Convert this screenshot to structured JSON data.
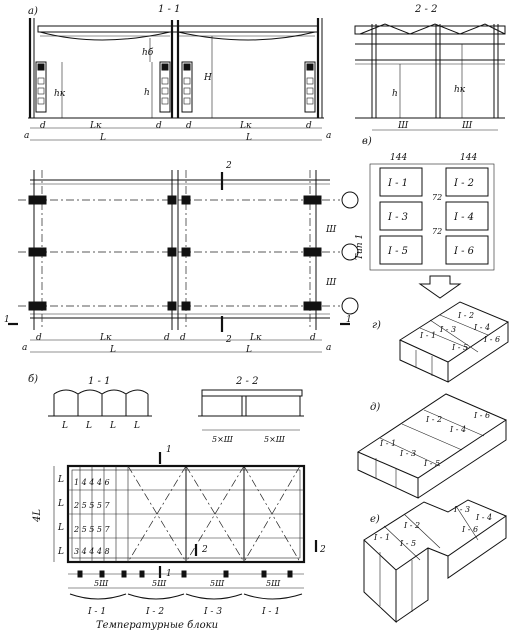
{
  "panel_letters": {
    "a": "а)",
    "b": "б)",
    "v": "в)",
    "g": "г)",
    "d": "д)",
    "e": "е)"
  },
  "sections": {
    "s11": "1 - 1",
    "s22": "2 - 2"
  },
  "dims": {
    "L": "L",
    "Lk": "Lк",
    "d": "d",
    "a": "a",
    "h": "h",
    "hk": "hк",
    "hb": "hб",
    "H": "H",
    "Sh": "Ш",
    "fourL": "4L",
    "fiveSh": "5×Ш"
  },
  "section_marks": {
    "one": "1",
    "two": "2"
  },
  "blocks_grid": {
    "size_w": "144",
    "size_h": "72",
    "type_label": "Тип 1",
    "cells": [
      "I - 1",
      "I - 2",
      "I - 3",
      "I - 4",
      "I - 5",
      "I - 6"
    ]
  },
  "iso_labels": {
    "g": [
      "I - 1",
      "I - 2",
      "I - 3",
      "I - 4",
      "I - 5",
      "I - 6"
    ],
    "d": [
      "I - 1",
      "I - 2",
      "I - 3",
      "I - 4",
      "I - 5",
      "I - 6"
    ],
    "e": [
      "I - 1",
      "I - 2",
      "I - 3",
      "I - 4",
      "I - 5",
      "I - 6"
    ]
  },
  "plan_b": {
    "row_labels": [
      "1 4 4 4 6",
      "2 5 5 5 7",
      "2 5 5 5 7",
      "3 4 4 4 8"
    ],
    "blocks": [
      "I - 1",
      "I - 2",
      "I - 3",
      "I - 1"
    ],
    "block_dims": [
      "5Ш",
      "5Ш",
      "5Ш",
      "5Ш"
    ],
    "caption": "Температурные блоки"
  }
}
